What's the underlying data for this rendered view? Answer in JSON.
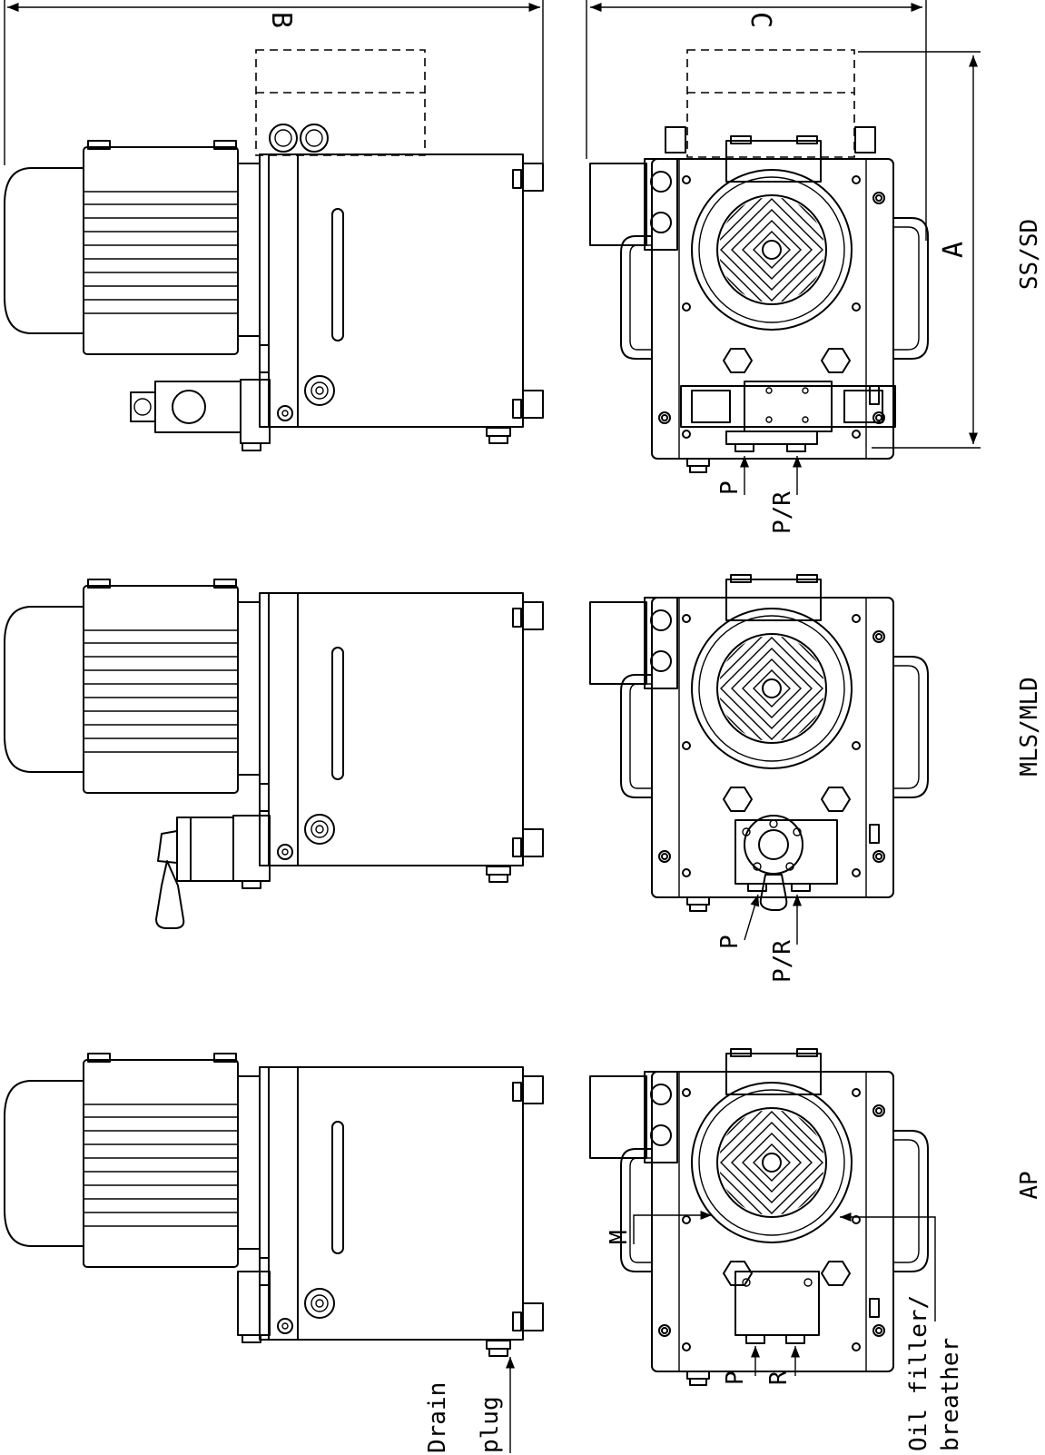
{
  "dimensions": {
    "a": "A",
    "b": "B",
    "c": "C"
  },
  "variants": {
    "ss_sd": "SS/SD",
    "mls_mld": "MLS/MLD",
    "ap": "AP"
  },
  "ports": {
    "p": "P",
    "p_r": "P/R",
    "r": "R",
    "m": "M"
  },
  "callouts": {
    "drain_line1": "Drain",
    "drain_line2": "plug",
    "oil_line1": "Oil filler/",
    "oil_line2": "breather"
  }
}
